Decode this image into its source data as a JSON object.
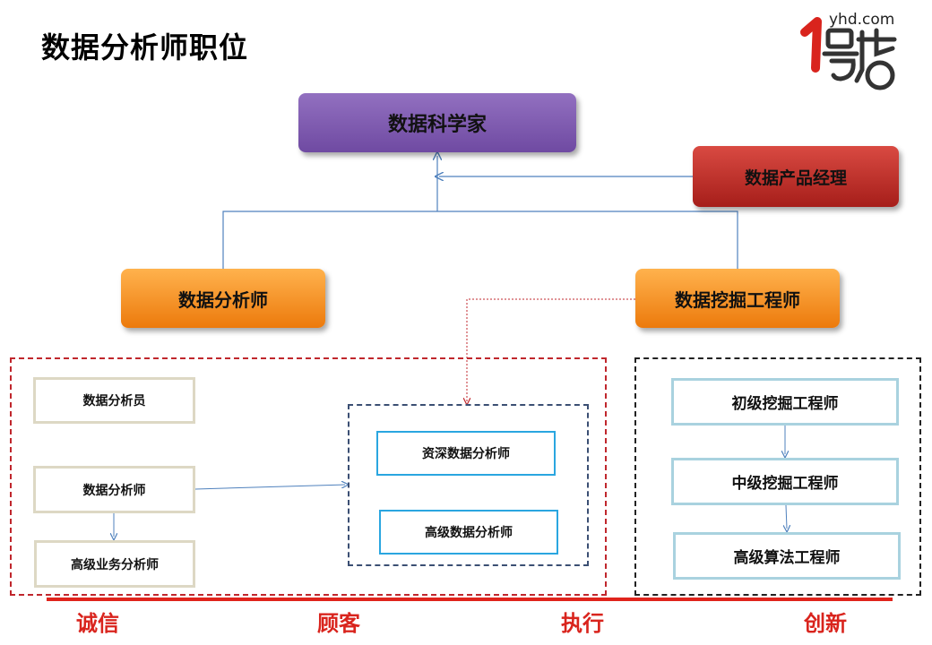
{
  "page": {
    "title": "数据分析师职位"
  },
  "logo": {
    "text": "yhd.com",
    "color": "#d9241d"
  },
  "top": {
    "scientist": "数据科学家",
    "product_manager": "数据产品经理"
  },
  "roles": {
    "analyst": "数据分析师",
    "mining_engineer": "数据挖掘工程师"
  },
  "analyst_group": {
    "junior": "数据分析员",
    "analyst": "数据分析师",
    "senior_business": "高级业务分析师",
    "expert_box": {
      "senior_data": "资深数据分析师",
      "high_data": "高级数据分析师"
    }
  },
  "mining_group": {
    "junior": "初级挖掘工程师",
    "mid": "中级挖掘工程师",
    "senior_algo": "高级算法工程师"
  },
  "values": [
    "诚信",
    "顾客",
    "执行",
    "创新"
  ],
  "colors": {
    "purple": "#7b56b0",
    "red": "#c0322c",
    "orange": "#f39323",
    "connector": "#4f81bd",
    "footer_red": "#d9241d"
  }
}
